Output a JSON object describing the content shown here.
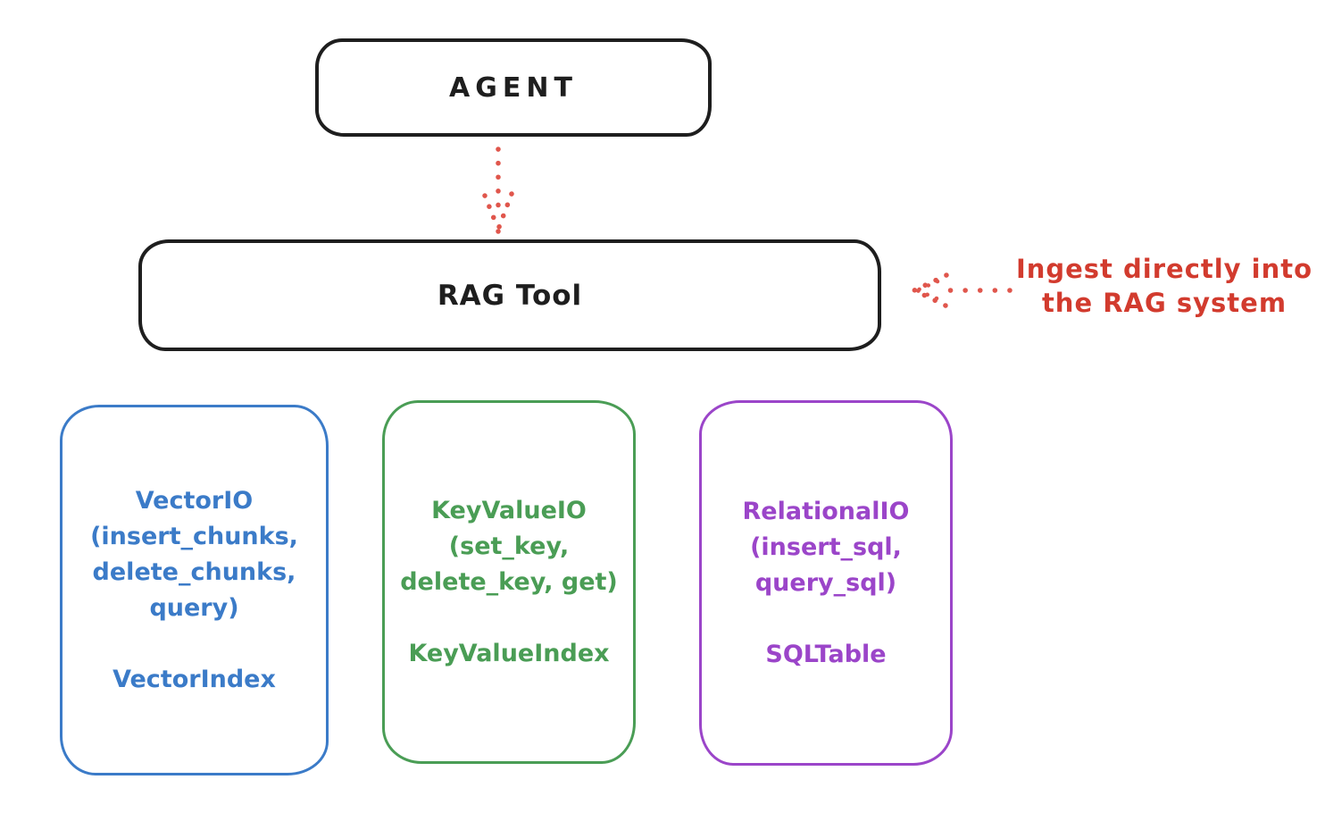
{
  "colors": {
    "canvas_bg": "#ffffff",
    "stroke_black": "#1e1e1e",
    "arrow_red": "#e0564c",
    "annotation_red": "#d23b2e",
    "vector_blue": "#3b7bc8",
    "keyvalue_green": "#4a9d55",
    "relational_purple": "#9b45c9"
  },
  "agent_box": {
    "label": "AGENT"
  },
  "rag_tool_box": {
    "label": "RAG Tool"
  },
  "annotation": {
    "line1": "Ingest directly into",
    "line2": "the RAG system"
  },
  "backends": [
    {
      "name": "VectorIO",
      "io_lines": [
        "VectorIO",
        "(insert_chunks,",
        "delete_chunks,",
        "query)"
      ],
      "index_label": "VectorIndex"
    },
    {
      "name": "KeyValueIO",
      "io_lines": [
        "KeyValueIO",
        "(set_key,",
        "delete_key, get)"
      ],
      "index_label": "KeyValueIndex"
    },
    {
      "name": "RelationalIO",
      "io_lines": [
        "RelationalIO",
        "(insert_sql,",
        "query_sql)"
      ],
      "index_label": "SQLTable"
    }
  ]
}
